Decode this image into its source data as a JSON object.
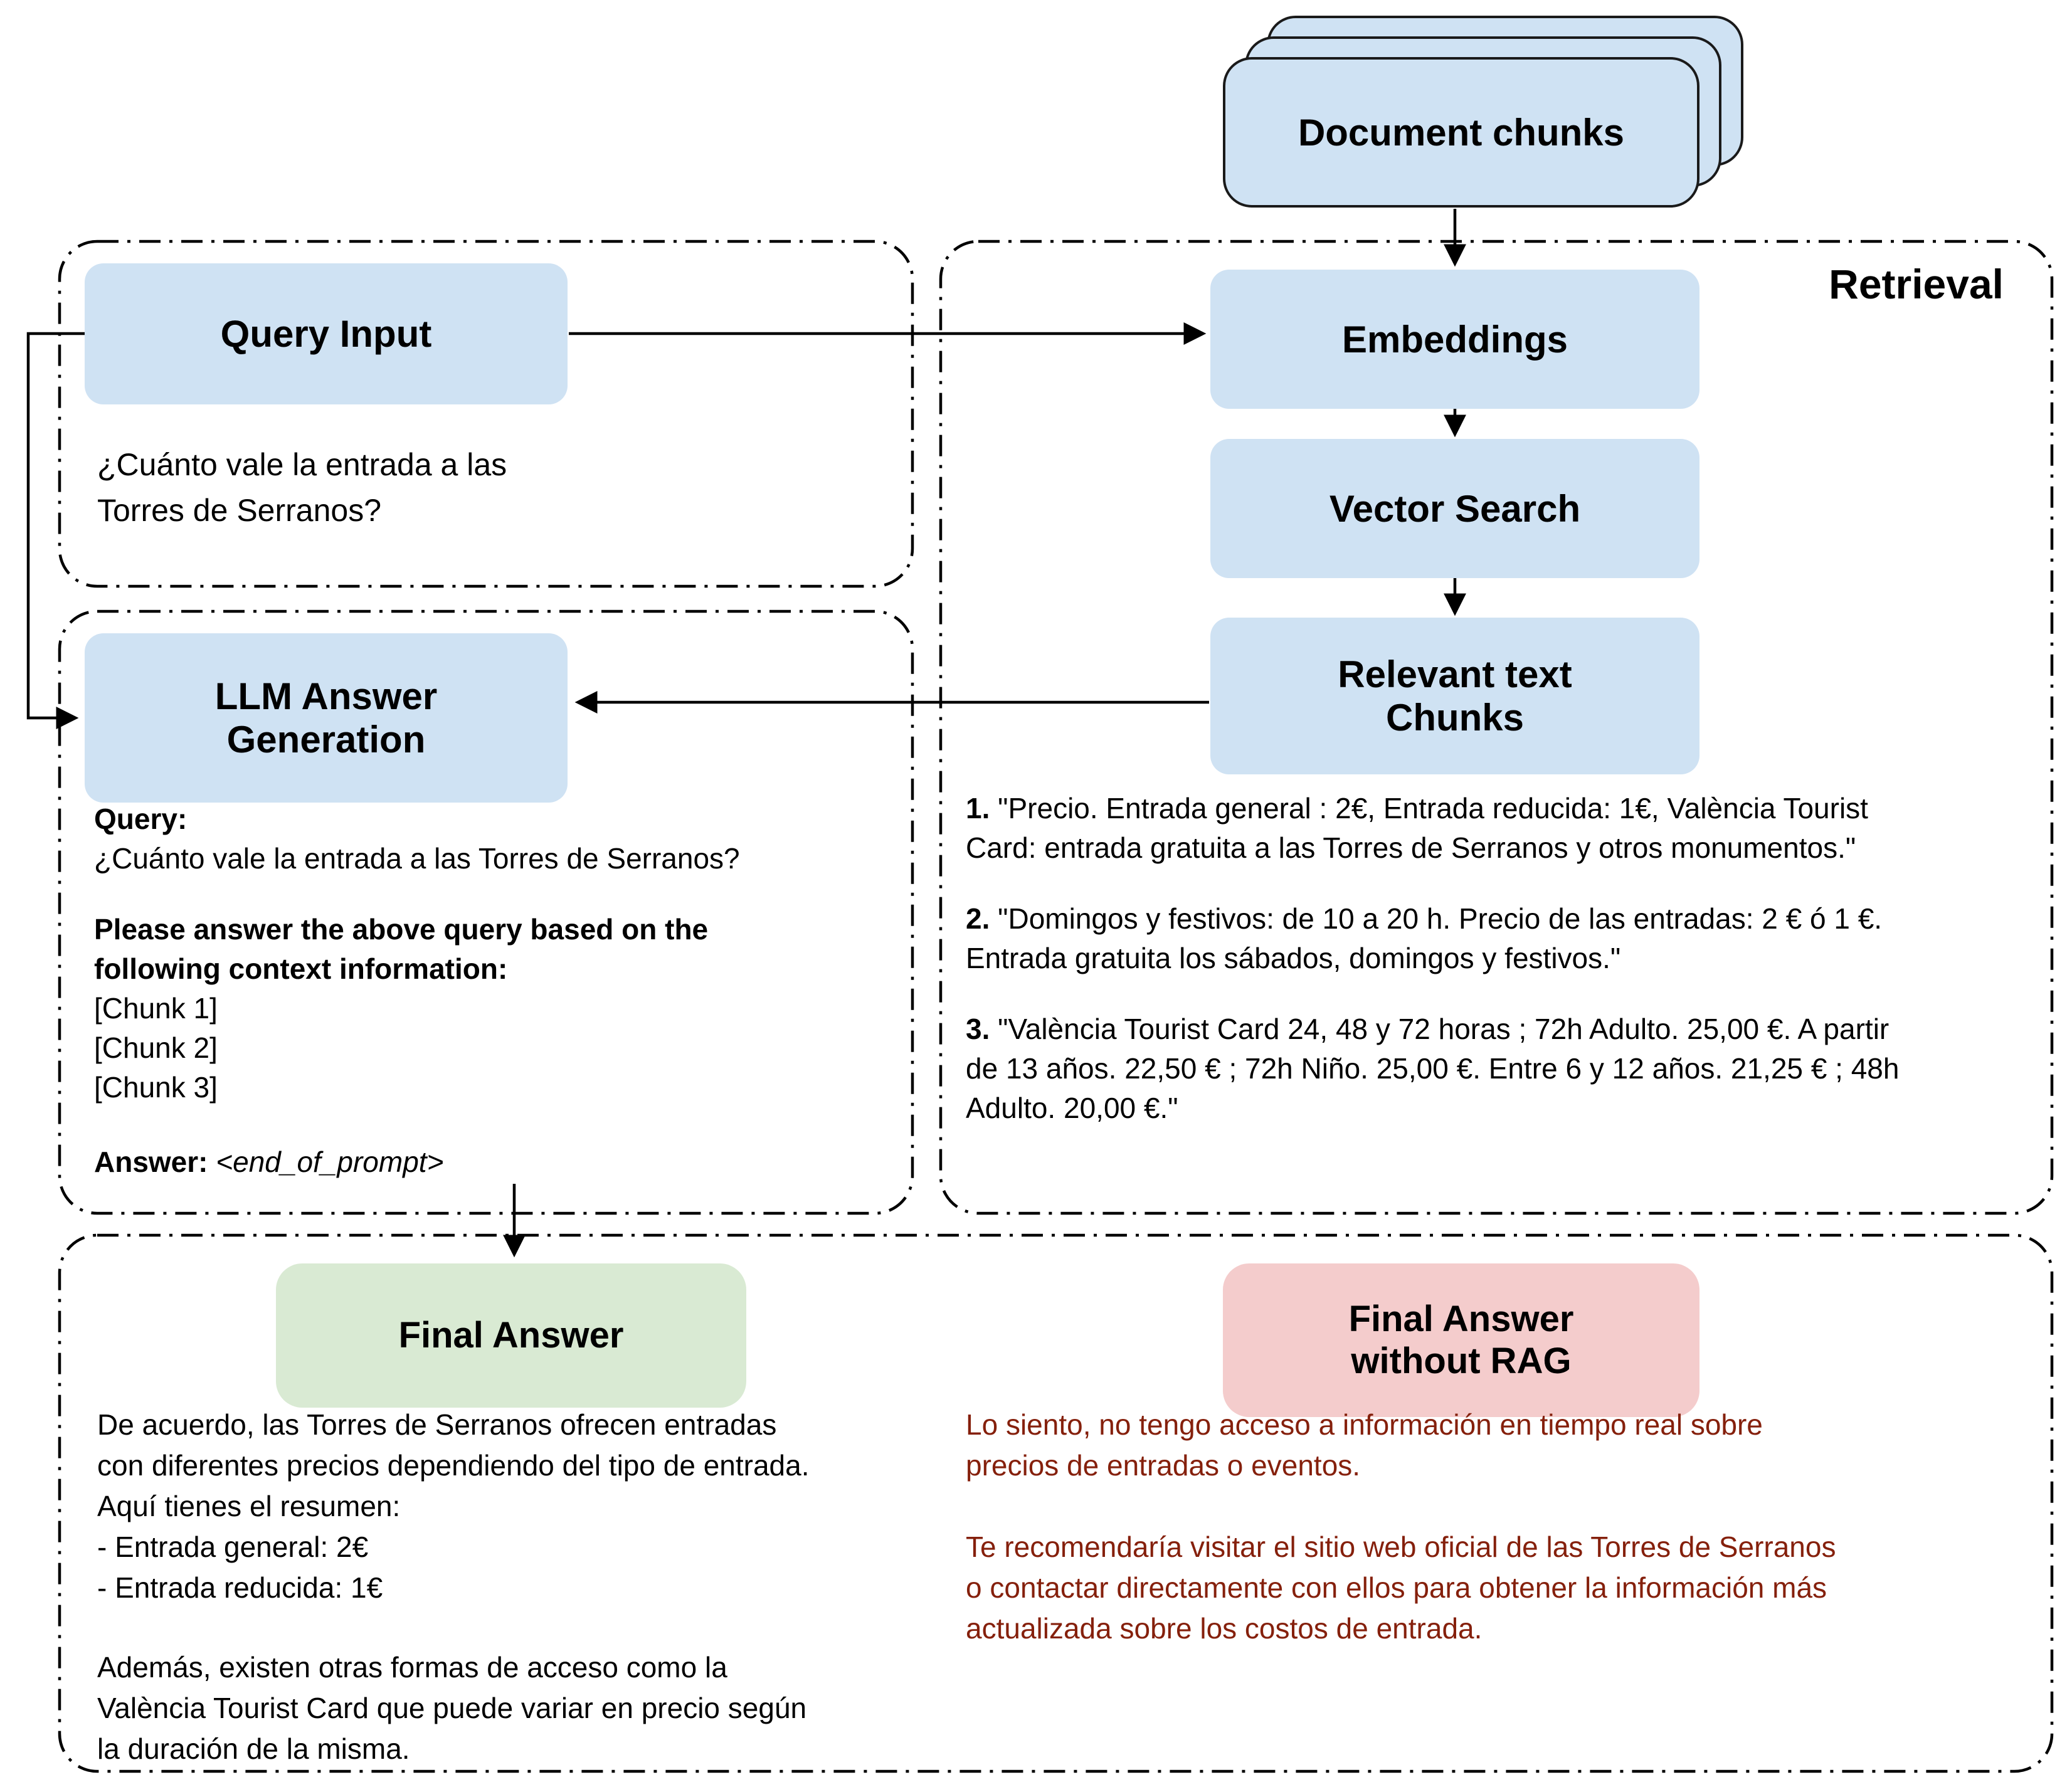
{
  "diagram_title": "RAG pipeline diagram",
  "document_chunks": {
    "label": "Document chunks"
  },
  "retrieval_section": {
    "label": "Retrieval"
  },
  "nodes": {
    "query_input": {
      "label": "Query Input"
    },
    "embeddings": {
      "label": "Embeddings"
    },
    "vector_search": {
      "label": "Vector Search"
    },
    "relevant_chunks": {
      "line1": "Relevant text",
      "line2": "Chunks"
    },
    "llm": {
      "line1": "LLM Answer",
      "line2": "Generation"
    },
    "final_answer": {
      "label": "Final Answer"
    },
    "final_answer_no_rag": {
      "line1": "Final Answer",
      "line2": "without RAG"
    }
  },
  "query_box": {
    "line1": "¿Cuánto vale la entrada a las",
    "line2": "Torres de Serranos?"
  },
  "prompt": {
    "query_label": "Query:",
    "query_text": "¿Cuánto vale la entrada a las Torres de Serranos?",
    "instruction_line1": "Please answer the above query based on the",
    "instruction_line2": "following context information:",
    "chunk_ref1": "[Chunk 1]",
    "chunk_ref2": "[Chunk 2]",
    "chunk_ref3": "[Chunk 3]",
    "answer_label": "Answer:",
    "answer_value": "<end_of_prompt>"
  },
  "chunks": [
    {
      "num": "1.",
      "lines": [
        "\"Precio. Entrada general : 2€, Entrada reducida: 1€,  València Tourist",
        "Card: entrada gratuita a las Torres de Serranos y otros monumentos.\""
      ]
    },
    {
      "num": "2.",
      "lines": [
        "\"Domingos y festivos: de 10 a 20 h. Precio de las entradas: 2 € ó 1 €.",
        "Entrada gratuita los sábados, domingos y festivos.\""
      ]
    },
    {
      "num": "3.",
      "lines": [
        "\"València Tourist Card 24, 48 y 72 horas ; 72h Adulto. 25,00 €. A partir",
        "de 13 años. 22,50 € ; 72h Niño. 25,00 €. Entre 6 y 12 años. 21,25 € ; 48h",
        "Adulto. 20,00 €.\""
      ]
    }
  ],
  "final_answer_text": {
    "p1_lines": [
      "De acuerdo, las Torres de Serranos ofrecen entradas",
      "con diferentes precios dependiendo del tipo de entrada.",
      "Aquí tienes el resumen:",
      "- Entrada general: 2€",
      "- Entrada reducida: 1€"
    ],
    "p2_lines": [
      "Además, existen otras formas de acceso como la",
      "València Tourist Card que puede variar en precio según",
      "la duración de la misma."
    ]
  },
  "final_answer_no_rag_text": {
    "p1_lines": [
      "Lo siento, no tengo acceso a información en tiempo real sobre",
      "precios de entradas o eventos."
    ],
    "p2_lines": [
      "Te recomendaría visitar el sitio web oficial de las Torres de Serranos",
      "o contactar directamente con ellos para obtener la información más",
      "actualizada sobre los costos de entrada."
    ]
  },
  "colors": {
    "node_blue": "#cfe2f3",
    "result_green": "#d9ead3",
    "result_pink": "#f4cccc",
    "warning_red": "#85200c",
    "line_black": "#000000"
  }
}
